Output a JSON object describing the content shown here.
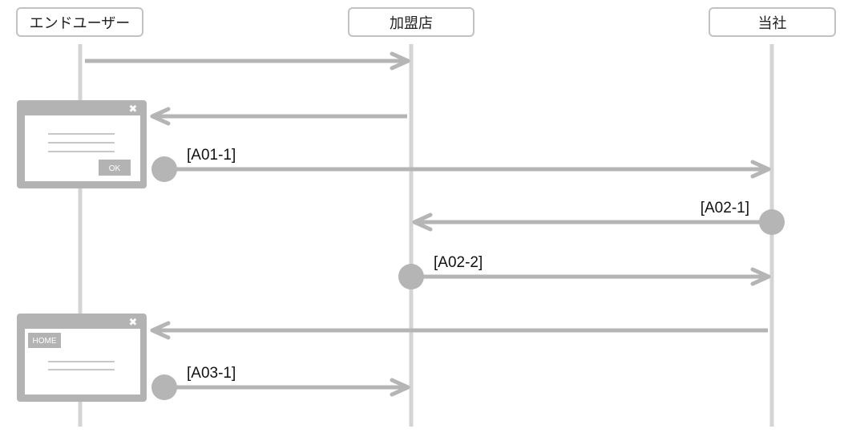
{
  "actors": [
    {
      "id": "end-user",
      "label": "エンドユーザー"
    },
    {
      "id": "merchant",
      "label": "加盟店"
    },
    {
      "id": "company",
      "label": "当社"
    }
  ],
  "messages": [
    {
      "from": "end-user",
      "to": "merchant",
      "label": "",
      "start_dot": false
    },
    {
      "from": "merchant",
      "to": "end-user",
      "label": "",
      "start_dot": false
    },
    {
      "from": "end-user",
      "to": "company",
      "label": "[A01-1]",
      "start_dot": true
    },
    {
      "from": "company",
      "to": "merchant",
      "label": "[A02-1]",
      "start_dot": true
    },
    {
      "from": "merchant",
      "to": "company",
      "label": "[A02-2]",
      "start_dot": true
    },
    {
      "from": "company",
      "to": "end-user",
      "label": "",
      "start_dot": false
    },
    {
      "from": "end-user",
      "to": "merchant",
      "label": "[A03-1]",
      "start_dot": true
    }
  ],
  "screens": [
    {
      "id": "dialog-screen",
      "button_label": "OK",
      "close_glyph": "✖"
    },
    {
      "id": "home-screen",
      "button_label": "HOME",
      "close_glyph": "✖"
    }
  ],
  "colors": {
    "line": "#d4d4d4",
    "arrow": "#b5b5b5",
    "frame": "#b3b3b3",
    "border": "#c2c2c2"
  }
}
